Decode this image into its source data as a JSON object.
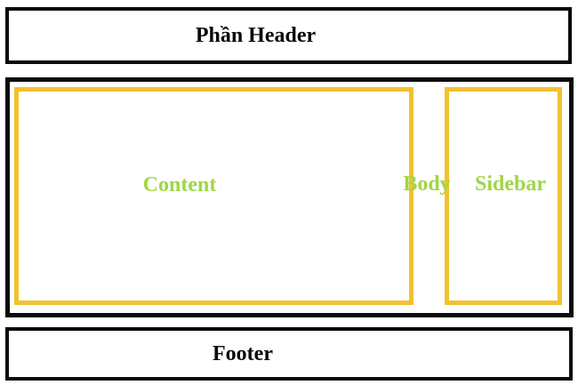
{
  "title": "Webpage layout diagram",
  "colors": {
    "border_black": "#0a0a0a",
    "border_yellow": "#F2C12E",
    "label_green": "#A0D646"
  },
  "header": {
    "label": "Phần Header"
  },
  "body": {
    "label": "Body",
    "content": {
      "label": "Content"
    },
    "sidebar": {
      "label": "Sidebar"
    }
  },
  "footer": {
    "label": "Footer"
  }
}
